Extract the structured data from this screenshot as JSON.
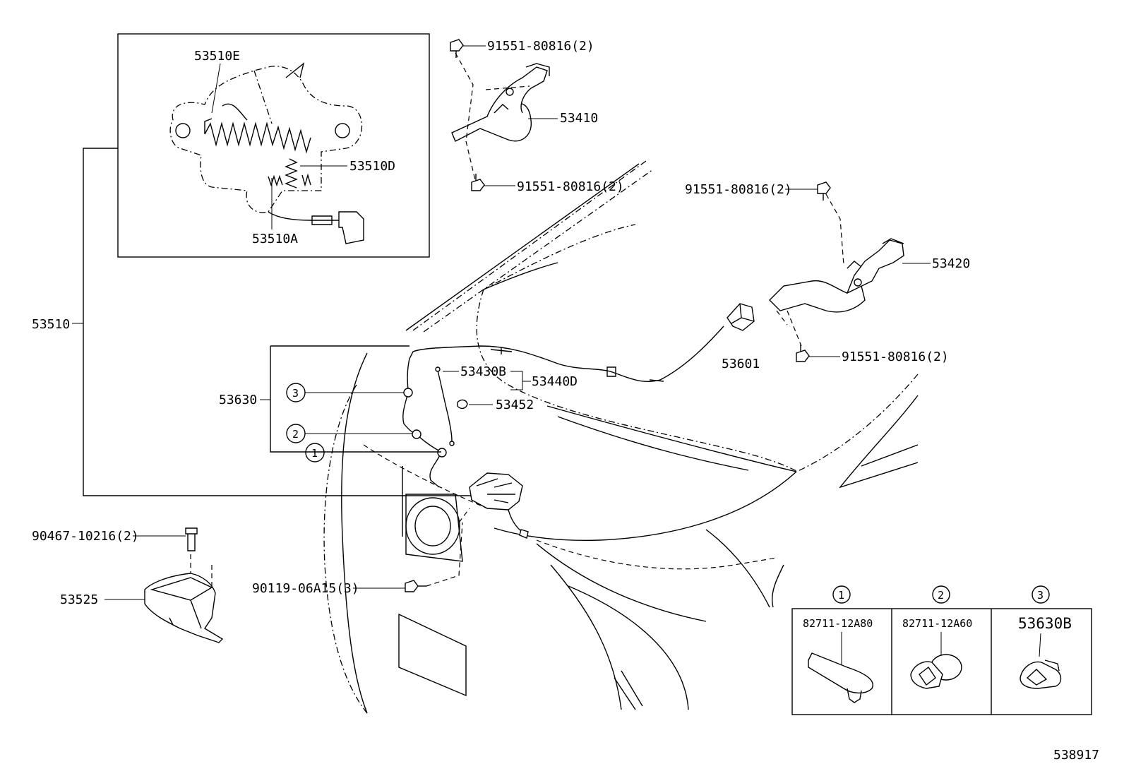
{
  "labels": {
    "p53510E": "53510E",
    "p53510D": "53510D",
    "p53510A": "53510A",
    "p53510": "53510",
    "p53410": "53410",
    "bolt_53410_top": "91551-80816(2)",
    "bolt_53410_bot": "91551-80816(2)",
    "p53420": "53420",
    "bolt_53420_top": "91551-80816(2)",
    "bolt_53420_bot": "91551-80816(2)",
    "p53601": "53601",
    "p53430B": "53430B",
    "p53440D": "53440D",
    "p53452": "53452",
    "p53630": "53630",
    "c3": "3",
    "c2": "2",
    "c1": "1",
    "bolt_90467": "90467-10216(2)",
    "p53525": "53525",
    "bolt_90119": "90119-06A15(3)",
    "legend_c1": "1",
    "legend_c2": "2",
    "legend_c3": "3",
    "legend_p1": "82711-12A80",
    "legend_p2": "82711-12A60",
    "legend_p3": "53630B",
    "diagram_id": "538917"
  },
  "icons": [
    "bolt-icon",
    "clip-icon",
    "grommet-icon",
    "clamp-icon"
  ]
}
